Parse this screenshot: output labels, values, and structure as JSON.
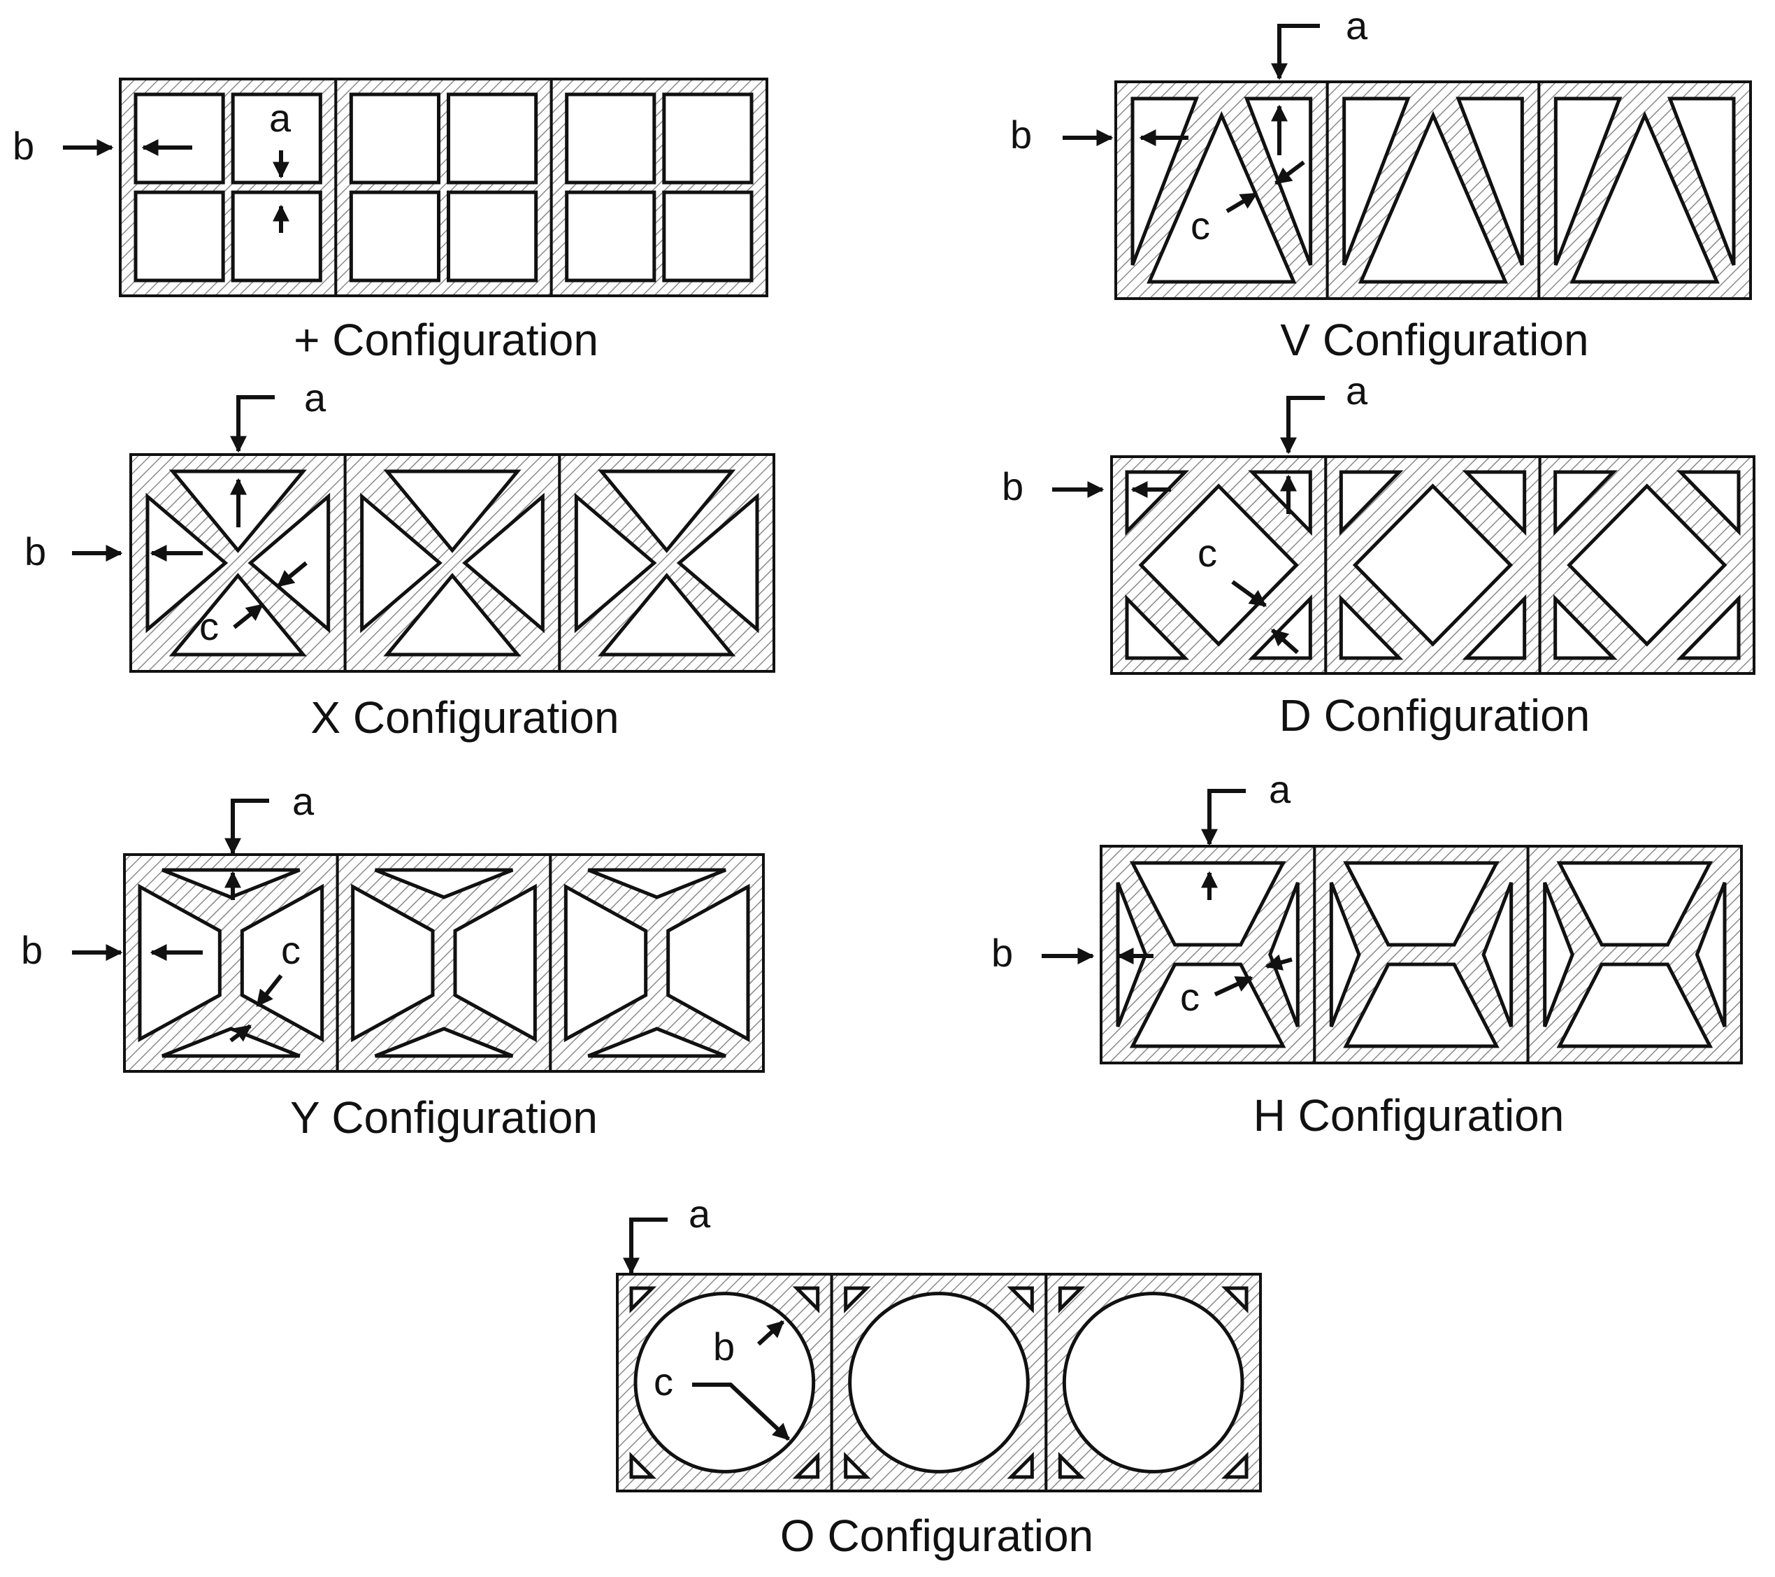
{
  "colors": {
    "line": "#111111",
    "hatch": "#8a8a8a",
    "background": "#ffffff"
  },
  "panels": [
    {
      "id": "plus",
      "caption": "+ Configuration",
      "labels": {
        "a": "a",
        "b": "b"
      }
    },
    {
      "id": "v",
      "caption": "V Configuration",
      "labels": {
        "a": "a",
        "b": "b",
        "c": "c"
      }
    },
    {
      "id": "x",
      "caption": "X Configuration",
      "labels": {
        "a": "a",
        "b": "b",
        "c": "c"
      }
    },
    {
      "id": "d",
      "caption": "D Configuration",
      "labels": {
        "a": "a",
        "b": "b",
        "c": "c"
      }
    },
    {
      "id": "y",
      "caption": "Y Configuration",
      "labels": {
        "a": "a",
        "b": "b",
        "c": "c"
      }
    },
    {
      "id": "h",
      "caption": "H Configuration",
      "labels": {
        "a": "a",
        "b": "b",
        "c": "c"
      }
    },
    {
      "id": "o",
      "caption": "O Configuration",
      "labels": {
        "a": "a",
        "b": "b",
        "c": "c"
      }
    }
  ]
}
